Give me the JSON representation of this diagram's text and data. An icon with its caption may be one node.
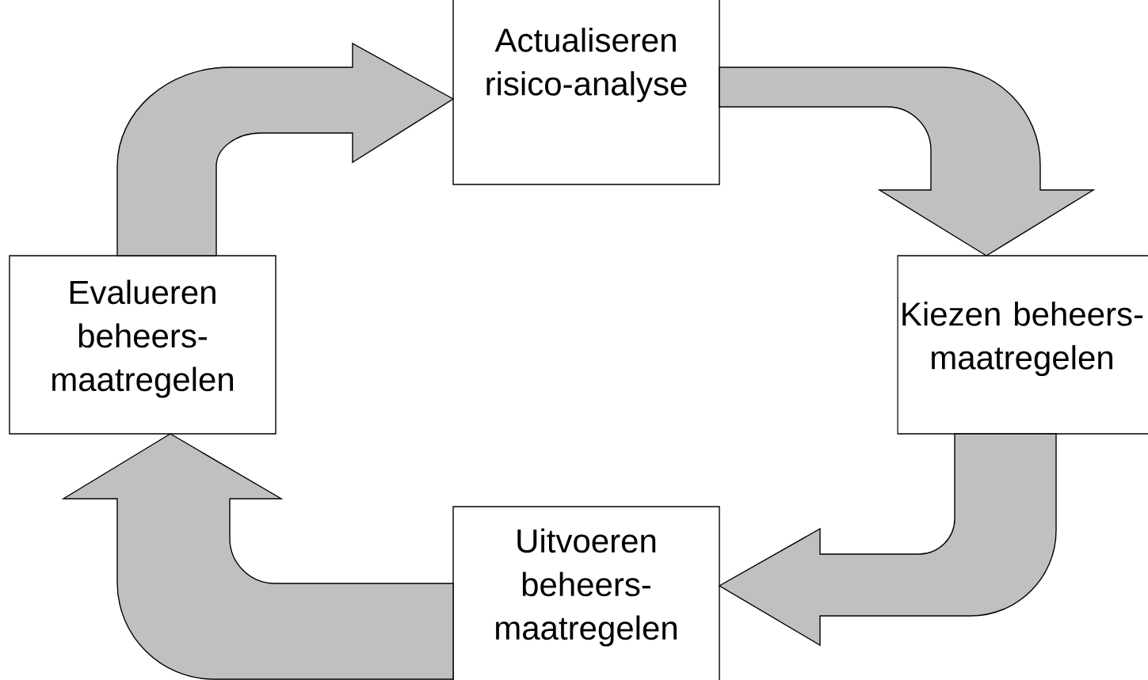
{
  "diagram": {
    "nodes": [
      {
        "text": [
          "Actualiseren risico-analyse"
        ]
      },
      {
        "text": [
          "Kiezen beheers- maatregelen"
        ]
      },
      {
        "text": [
          "Uitvoeren beheers- maatregelen"
        ]
      },
      {
        "text": [
          "Evalueren beheers- maatregelen"
        ]
      }
    ],
    "edges": [
      {
        "from": 0,
        "to": 1,
        "arrow": "to"
      },
      {
        "from": 1,
        "to": 2,
        "arrow": "to"
      },
      {
        "from": 2,
        "to": 3,
        "arrow": "to"
      },
      {
        "from": 3,
        "to": 0,
        "arrow": "to"
      }
    ]
  }
}
